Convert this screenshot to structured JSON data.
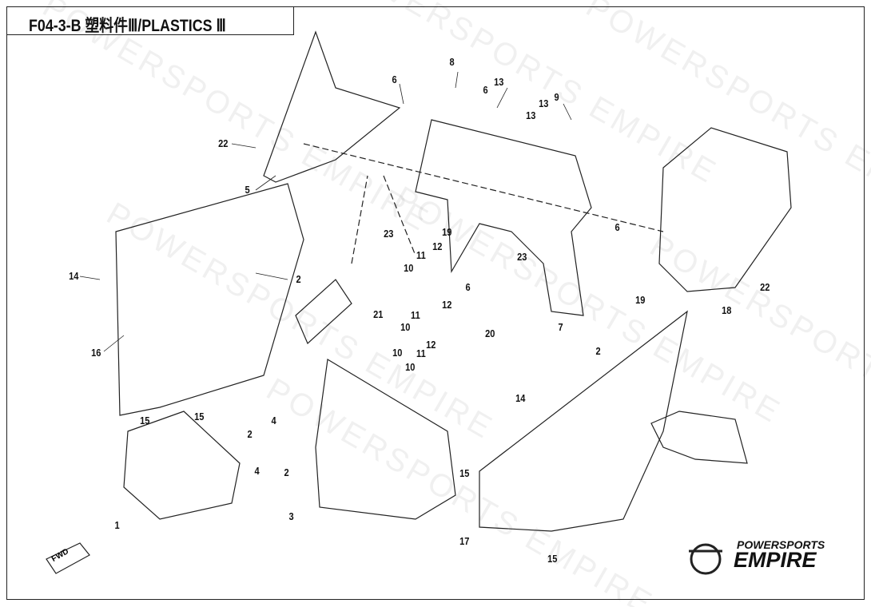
{
  "title": "F04-3-B 塑料件Ⅲ/PLASTICS Ⅲ",
  "watermark": "POWERSPORTS EMPIRE",
  "logo": {
    "line1": "POWERSPORTS",
    "line2": "EMPIRE"
  },
  "fwd_label": "FWD",
  "callouts": [
    "1",
    "2",
    "2",
    "2",
    "2",
    "3",
    "4",
    "4",
    "5",
    "6",
    "6",
    "6",
    "6",
    "7",
    "8",
    "9",
    "10",
    "10",
    "10",
    "10",
    "11",
    "11",
    "11",
    "12",
    "12",
    "12",
    "13",
    "13",
    "13",
    "14",
    "14",
    "15",
    "15",
    "15",
    "15",
    "16",
    "17",
    "18",
    "19",
    "19",
    "20",
    "21",
    "22",
    "22",
    "23",
    "23"
  ]
}
